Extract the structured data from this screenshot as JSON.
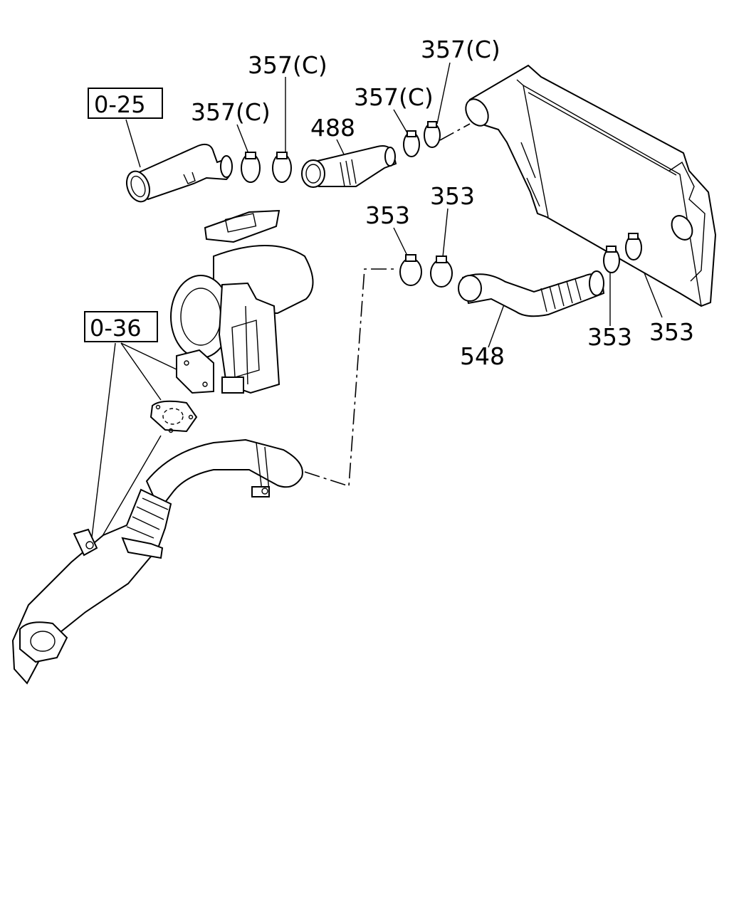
{
  "diagram": {
    "references": [
      {
        "id": "ref-0-25",
        "text": "0-25"
      },
      {
        "id": "ref-0-36",
        "text": "0-36"
      }
    ],
    "callouts": [
      {
        "id": "c1",
        "text": "357(C)"
      },
      {
        "id": "c2",
        "text": "357(C)"
      },
      {
        "id": "c3",
        "text": "357(C)"
      },
      {
        "id": "c4",
        "text": "357(C)"
      },
      {
        "id": "c5",
        "text": "488"
      },
      {
        "id": "c6",
        "text": "353"
      },
      {
        "id": "c7",
        "text": "353"
      },
      {
        "id": "c8",
        "text": "353"
      },
      {
        "id": "c9",
        "text": "353"
      },
      {
        "id": "c10",
        "text": "548"
      }
    ]
  }
}
